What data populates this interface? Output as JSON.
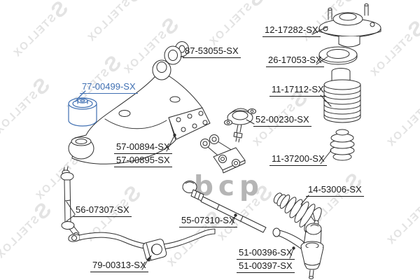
{
  "watermark": {
    "brand": "STELLOX",
    "logo_letter": "S",
    "center_logo": "bcp"
  },
  "colors": {
    "highlight": "#3f6fb2",
    "line": "#2e2e2e",
    "label": "#1a1a1a",
    "watermark": "#e3e3e3",
    "center_logo_color": "#b5b5b5"
  },
  "parts": [
    {
      "id": "strut-mount",
      "label": "12-17282-SX",
      "highlighted": false
    },
    {
      "id": "control-arm-rear-bushing",
      "label": "87-53055-SX",
      "highlighted": false
    },
    {
      "id": "strut-bearing",
      "label": "26-17053-SX",
      "highlighted": false
    },
    {
      "id": "control-arm-front-bushing",
      "label": "77-00499-SX",
      "highlighted": true
    },
    {
      "id": "shock-boot",
      "label": "11-17112-SX",
      "highlighted": false
    },
    {
      "id": "ball-joint",
      "label": "52-00230-SX",
      "highlighted": false
    },
    {
      "id": "control-arm-left",
      "label": "57-00894-SX",
      "highlighted": false
    },
    {
      "id": "control-arm-right",
      "label": "57-00895-SX",
      "highlighted": false
    },
    {
      "id": "bump-stop",
      "label": "11-37200-SX",
      "highlighted": false
    },
    {
      "id": "steering-rack-boot",
      "label": "14-53006-SX",
      "highlighted": false
    },
    {
      "id": "stabilizer-link",
      "label": "56-07307-SX",
      "highlighted": false
    },
    {
      "id": "axial-tie-rod",
      "label": "55-07310-SX",
      "highlighted": false
    },
    {
      "id": "tie-rod-end-left",
      "label": "51-00396-SX",
      "highlighted": false
    },
    {
      "id": "tie-rod-end-right",
      "label": "51-00397-SX",
      "highlighted": false
    },
    {
      "id": "stabilizer-bushing",
      "label": "79-00313-SX",
      "highlighted": false
    }
  ]
}
